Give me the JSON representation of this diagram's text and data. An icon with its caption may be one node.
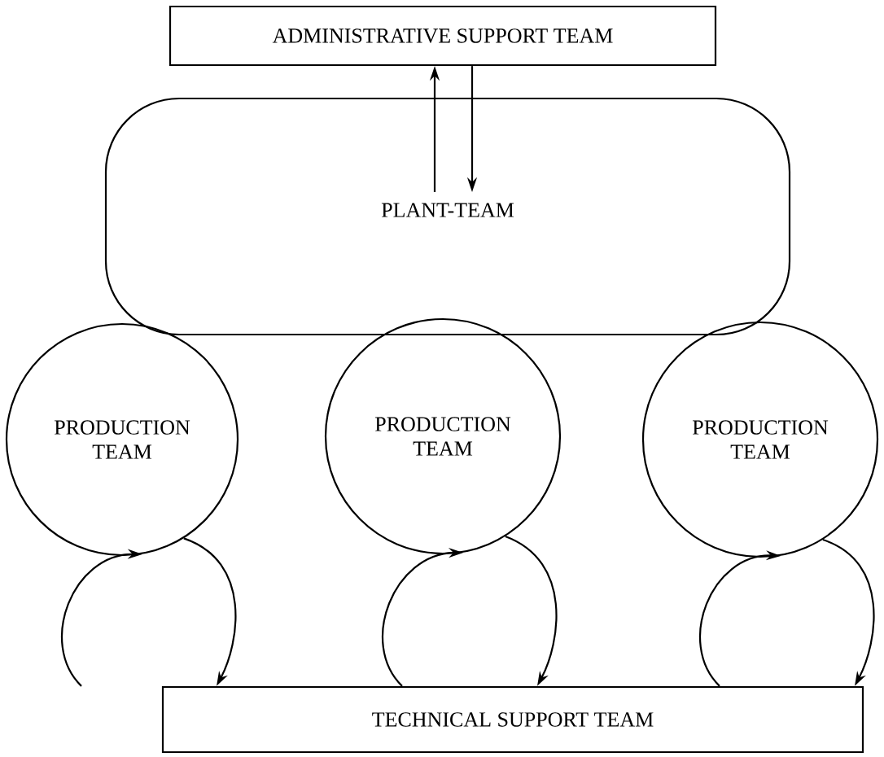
{
  "diagram": {
    "nodes": [
      {
        "text": [
          "ADMINISTRATIVE SUPPORT TEAM"
        ]
      },
      {
        "text": [
          "PLANT-TEAM"
        ]
      },
      {
        "text": [
          "PRODUCTION TEAM"
        ]
      },
      {
        "text": [
          "PRODUCTION TEAM"
        ]
      },
      {
        "text": [
          "PRODUCTION TEAM"
        ]
      },
      {
        "text": [
          "TECHNICAL SUPPORT TEAM"
        ]
      }
    ],
    "edges": [
      {
        "from": 1,
        "to": 0,
        "arrow": "to"
      },
      {
        "from": 0,
        "to": 1,
        "arrow": "to"
      },
      {
        "from": 5,
        "to": 2,
        "arrow": "to"
      },
      {
        "from": 2,
        "to": 5,
        "arrow": "to"
      },
      {
        "from": 5,
        "to": 3,
        "arrow": "to"
      },
      {
        "from": 3,
        "to": 5,
        "arrow": "to"
      },
      {
        "from": 5,
        "to": 4,
        "arrow": "to"
      },
      {
        "from": 4,
        "to": 5,
        "arrow": "to"
      }
    ]
  }
}
